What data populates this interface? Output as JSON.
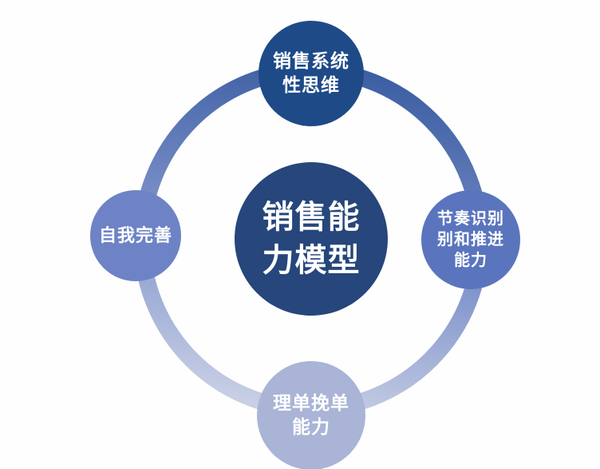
{
  "diagram": {
    "title": "销售能力模型",
    "background_color": "#fefefe",
    "center": {
      "label": "销售能\n力模型",
      "color": "#26467c",
      "text_color": "#ffffff"
    },
    "nodes": [
      {
        "id": "top",
        "label": "销售系统\n性思维",
        "color": "#1e4a88",
        "text_color": "#ffffff"
      },
      {
        "id": "right",
        "label": "节奏识别\n别和推进\n能力",
        "color": "#5a75bd",
        "text_color": "#ffffff"
      },
      {
        "id": "bottom",
        "label": "理单挽单\n能力",
        "color": "#a9b4d6",
        "text_color": "#ffffff"
      },
      {
        "id": "left",
        "label": "自我完善",
        "color": "#6d83c5",
        "text_color": "#ffffff"
      }
    ],
    "ring": {
      "gradient_top": "#3d5fa3",
      "gradient_bottom": "#c9d0e5"
    }
  }
}
